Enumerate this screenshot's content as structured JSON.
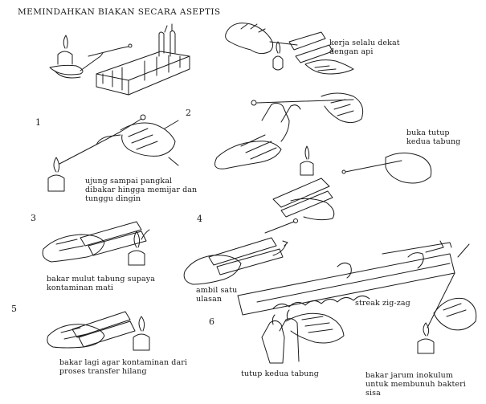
{
  "title": "MEMINDAHKAN BIAKAN SECARA ASEPTIS",
  "steps": [
    {
      "number": "1"
    },
    {
      "number": "2"
    },
    {
      "number": "3"
    },
    {
      "number": "4"
    },
    {
      "number": "5"
    },
    {
      "number": "6"
    }
  ],
  "captions": {
    "near_flame": [
      "kerja selalu dekat",
      "dengan api"
    ],
    "open_caps": [
      "buka tutup",
      "kedua tabung"
    ],
    "heat_loop": [
      "ujung sampai pangkal",
      "dibakar hingga memijar dan",
      "tunggu dingin"
    ],
    "burn_mouth": [
      "bakar mulut tabung supaya",
      "kontaminan mati"
    ],
    "take_loop": [
      "ambil satu",
      "ulasan"
    ],
    "streak": [
      "streak zig-zag"
    ],
    "burn_again": [
      "bakar lagi agar kontaminan dari",
      "proses transfer hilang"
    ],
    "close_caps": [
      "tutup kedua tabung"
    ],
    "sterilize": [
      "bakar jarum inokulum",
      "untuk membunuh bakteri",
      "sisa"
    ]
  },
  "line_color": "#1c1c1c"
}
